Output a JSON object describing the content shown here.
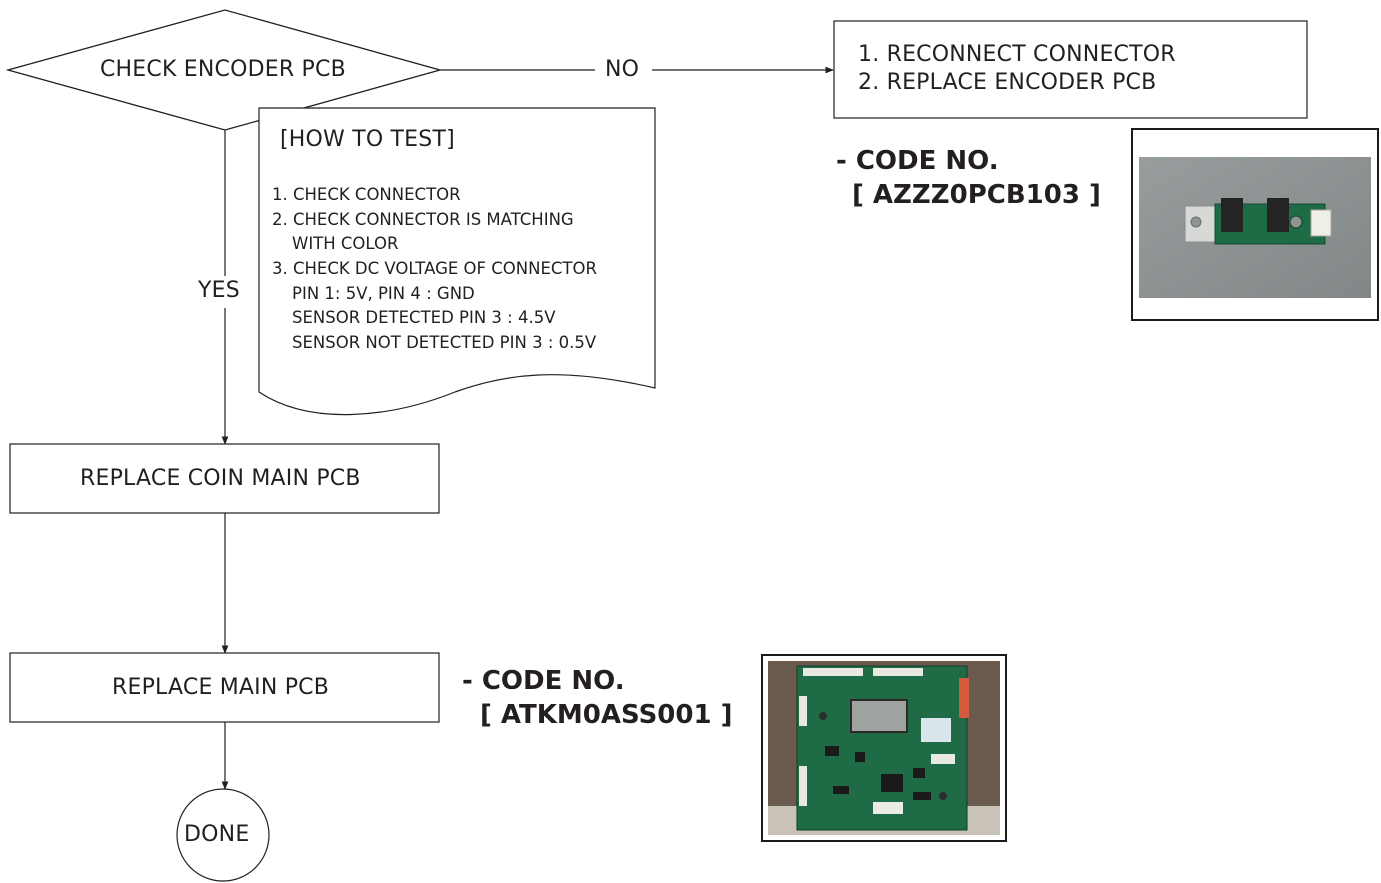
{
  "flow": {
    "decision": "CHECK ENCODER PCB",
    "no_label": "NO",
    "yes_label": "YES",
    "no_action_1": "1. RECONNECT CONNECTOR",
    "no_action_2": "2. REPLACE ENCODER PCB",
    "step_1": "REPLACE COIN MAIN PCB",
    "step_2": "REPLACE MAIN PCB",
    "end": "DONE"
  },
  "how_to_test": {
    "title": "[HOW TO TEST]",
    "lines": [
      "1. CHECK CONNECTOR",
      "2. CHECK CONNECTOR IS MATCHING",
      "   WITH COLOR",
      "3. CHECK DC VOLTAGE OF CONNECTOR",
      "   PIN 1: 5V, PIN 4 : GND",
      "   SENSOR DETECTED  PIN 3 : 4.5V",
      "   SENSOR NOT DETECTED PIN 3 : 0.5V"
    ]
  },
  "parts": {
    "encoder": {
      "code_label": "- CODE NO.",
      "code_value": "[ AZZZ0PCB103 ]",
      "photo": "encoder-pcb-photo"
    },
    "main": {
      "code_label": "- CODE NO.",
      "code_value": "[ ATKM0ASS001 ]",
      "photo": "main-pcb-photo"
    }
  },
  "colors": {
    "line": "#231f20",
    "photo_bg": "#8c8f90",
    "pcb_green": "#1f6b45"
  }
}
